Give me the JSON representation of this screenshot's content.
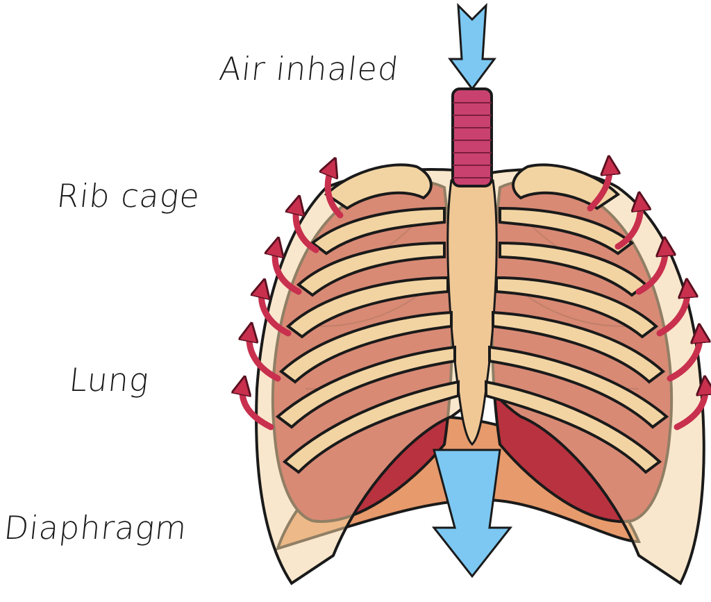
{
  "labels": {
    "air_inhaled": "Air inhaled",
    "rib_cage": "Rib cage",
    "lung": "Lung",
    "diaphragm": "Diaphragm"
  },
  "colors": {
    "airflow_arrow": "#7cc8f2",
    "expansion_arrow": "#c8304e",
    "lung": "#b9323f",
    "rib": "#f2d4a3",
    "trachea": "#c9426f",
    "diaphragm": "#e79a6b",
    "outline": "#1a1a1a"
  }
}
